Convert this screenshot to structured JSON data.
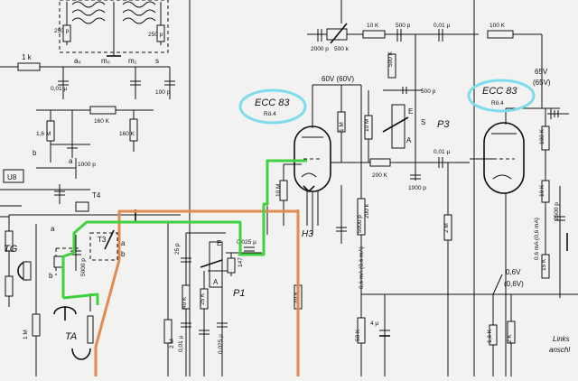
{
  "schematic": {
    "tube_left": {
      "type": "ECC 83",
      "position": "Rö.4"
    },
    "tube_right": {
      "type": "ECC 83",
      "position": "Rö.4"
    },
    "voltages": {
      "anode_left": "60V (60V)",
      "anode_right_top": "65V",
      "anode_right_paren": "(65V)",
      "cathode_left": "0,6 mA (0,6 mA)",
      "cathode_right": "0,6 mA (0,6 mA)",
      "grid_right_top": "0,6V",
      "grid_right_paren": "(0,6V)"
    },
    "components": {
      "r_1k": "1 k",
      "c_001u_a": "0,01 µ",
      "r_16m": "1,6 M",
      "r_160k_a": "160 K",
      "r_160k_b": "160 K",
      "c_1000p_a": "1000 p",
      "c_100p": "100 p",
      "c_250p_top": "250 p",
      "r_10m_left": "10 M",
      "r_1m_a": "1 M",
      "r_2m_a": "2 M",
      "c_001u_b": "0,01 µ",
      "c_5000p_a": "5000 p",
      "c_25p": "25 p",
      "c_0025u_a": "0,025 µ",
      "r_147k": "147 k",
      "r_40k_a": "40 K",
      "r_25k": "25 K",
      "c_0025u_b": "0,025 µ",
      "r_40k_b": "40 K",
      "r_1m_b": "1 M",
      "c_2000p": "2000 p",
      "r_500k_top": "500 k",
      "r_10k": "10 K",
      "r_500p_top": "500 p",
      "c_001u_top": "0,01 µ",
      "r_100k_top": "100 K",
      "r_500k_mid": "500 K",
      "c_500p_mid": "500 p",
      "r_10m_mid": "10 M",
      "r_200k_a": "200 K",
      "c_1000p_b": "1000 p",
      "c_001u_mid": "0,01 µ",
      "r_1m_plate": "1 M",
      "c_5000p_b": "5000 p",
      "r_200k_b": "200 k",
      "r_2m_b": "2 M",
      "r_50k": "50 K",
      "c_4u": "4 µ",
      "r_16k": "1,6 K",
      "r_2k": "2 K",
      "r_10k_right": "10 K",
      "r_15k": "15 K",
      "r_2500p": "2500 p",
      "r_100k_right": "100 K"
    },
    "labels": {
      "u8": "U8",
      "t4": "T4",
      "t3": "T3",
      "tg": "TG",
      "ta": "TA",
      "p1": "P1",
      "p3": "P3",
      "h3": "H3",
      "e_a": "E",
      "a_a": "A",
      "s_a": "S",
      "e_b": "E",
      "a_b": "A",
      "s_b": "S",
      "a1": "a",
      "b1": "b",
      "a2": "a",
      "b2": "b",
      "a3": "a",
      "b3": "b",
      "a4": "a",
      "a_min": "a₀",
      "m0": "m₀",
      "m1": "m₁",
      "s1": "s",
      "note_right_1": "Links",
      "note_right_2": "anschl"
    },
    "colors": {
      "highlight_green": "#3fd13f",
      "highlight_orange": "#e08b4f",
      "tube_label_ring": "#7fdcef"
    }
  }
}
